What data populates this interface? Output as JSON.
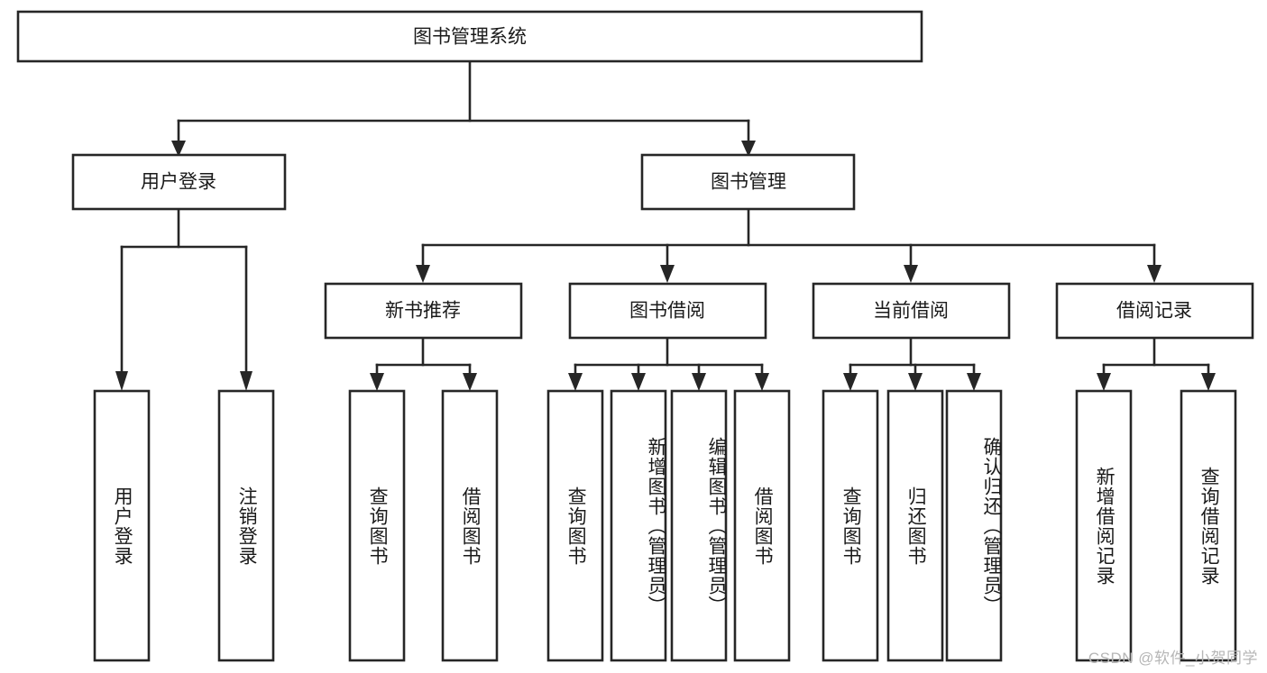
{
  "diagram": {
    "title": "图书管理系统",
    "type": "hierarchy-tree",
    "root": {
      "id": "root",
      "label": "图书管理系统",
      "orientation": "horizontal"
    },
    "level1": [
      {
        "id": "user-login",
        "label": "用户登录",
        "orientation": "horizontal"
      },
      {
        "id": "book-manage",
        "label": "图书管理",
        "orientation": "horizontal"
      }
    ],
    "level2": [
      {
        "id": "new-book-recommend",
        "label": "新书推荐",
        "orientation": "horizontal",
        "parent": "book-manage"
      },
      {
        "id": "book-borrow",
        "label": "图书借阅",
        "orientation": "horizontal",
        "parent": "book-manage"
      },
      {
        "id": "current-borrow",
        "label": "当前借阅",
        "orientation": "horizontal",
        "parent": "book-manage"
      },
      {
        "id": "borrow-record",
        "label": "借阅记录",
        "orientation": "horizontal",
        "parent": "book-manage"
      }
    ],
    "leaves": [
      {
        "id": "leaf-user-login",
        "label": "用户登录",
        "parent": "user-login",
        "orientation": "vertical"
      },
      {
        "id": "leaf-user-logout",
        "label": "注销登录",
        "parent": "user-login",
        "orientation": "vertical"
      },
      {
        "id": "leaf-query-book-1",
        "label": "查询图书",
        "parent": "new-book-recommend",
        "orientation": "vertical"
      },
      {
        "id": "leaf-borrow-book-1",
        "label": "借阅图书",
        "parent": "new-book-recommend",
        "orientation": "vertical"
      },
      {
        "id": "leaf-query-book-2",
        "label": "查询图书",
        "parent": "book-borrow",
        "orientation": "vertical"
      },
      {
        "id": "leaf-add-book",
        "label": "新增图书（管理员）",
        "parent": "book-borrow",
        "orientation": "vertical"
      },
      {
        "id": "leaf-edit-book",
        "label": "编辑图书（管理员）",
        "parent": "book-borrow",
        "orientation": "vertical"
      },
      {
        "id": "leaf-borrow-book-2",
        "label": "借阅图书",
        "parent": "book-borrow",
        "orientation": "vertical"
      },
      {
        "id": "leaf-query-book-3",
        "label": "查询图书",
        "parent": "current-borrow",
        "orientation": "vertical"
      },
      {
        "id": "leaf-return-book",
        "label": "归还图书",
        "parent": "current-borrow",
        "orientation": "vertical"
      },
      {
        "id": "leaf-confirm-return",
        "label": "确认归还（管理员）",
        "parent": "current-borrow",
        "orientation": "vertical"
      },
      {
        "id": "leaf-add-record",
        "label": "新增借阅记录",
        "parent": "borrow-record",
        "orientation": "vertical"
      },
      {
        "id": "leaf-query-record",
        "label": "查询借阅记录",
        "parent": "borrow-record",
        "orientation": "vertical"
      }
    ],
    "colors": {
      "stroke": "#262626",
      "fill": "#ffffff",
      "text": "#1a1a1a",
      "watermark": "#b6b6b6"
    }
  },
  "watermark": {
    "text": "CSDN @软件_小贺同学"
  }
}
